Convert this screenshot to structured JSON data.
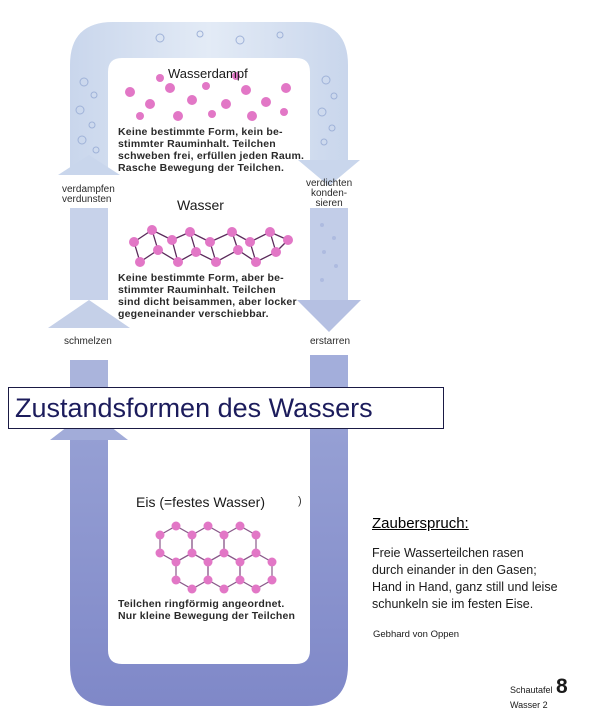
{
  "colors": {
    "accent": "#1c1c5c",
    "arrow": "#8f98d0",
    "particle": "#e277c6",
    "bond": "#5a2a5a"
  },
  "diagram": {
    "gas": {
      "label": "Wasserdampf",
      "description": "Keine bestimmte Form, kein be-\nstimmter Rauminhalt. Teilchen\nschweben frei, erfüllen jeden Raum.\nRasche Bewegung der Teilchen."
    },
    "liquid": {
      "label": "Wasser",
      "description": "Keine bestimmte Form, aber be-\nstimmter Rauminhalt. Teilchen\nsind dicht beisammen, aber locker\ngegeneinander verschiebbar."
    },
    "solid": {
      "label": "Eis (=festes Wasser)",
      "description": "Teilchen ringförmig angeordnet.\nNur kleine Bewegung der Teilchen"
    },
    "transitions": {
      "evaporate": "verdampfen\nverdunsten",
      "condense": "verdichten\nkonden-\nsieren",
      "melt": "schmelzen",
      "freeze": "erstarren"
    }
  },
  "title": "Zustandsformen des Wassers",
  "spell": {
    "title": "Zauberspruch:",
    "text": "Freie Wasserteilchen rasen\ndurch einander in den Gasen;\nHand in Hand, ganz still und leise\nschunkeln sie im festen Eise.",
    "author": "Gebhard von Oppen"
  },
  "footer": {
    "sheet_label": "Schautafel",
    "sheet_number": "8",
    "subtitle": "Wasser 2"
  }
}
